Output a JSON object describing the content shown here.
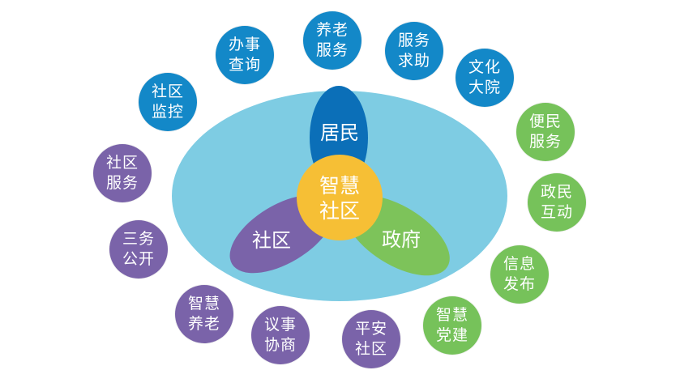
{
  "center": {
    "label": "智慧\n社区",
    "color": "#F6BF35"
  },
  "petals": [
    {
      "key": "resident",
      "label": "居民",
      "color": "#0B6FB8"
    },
    {
      "key": "community",
      "label": "社区",
      "color": "#7A63A9"
    },
    {
      "key": "government",
      "label": "政府",
      "color": "#7DC35A"
    }
  ],
  "ellipse": {
    "color": "#7ECCE3"
  },
  "services": [
    {
      "label": "办事\n查询",
      "color": "#1388C8"
    },
    {
      "label": "养老\n服务",
      "color": "#1388C8"
    },
    {
      "label": "服务\n求助",
      "color": "#1388C8"
    },
    {
      "label": "文化\n大院",
      "color": "#1388C8"
    },
    {
      "label": "社区\n监控",
      "color": "#1388C8"
    },
    {
      "label": "便民\n服务",
      "color": "#76C25A"
    },
    {
      "label": "政民\n互动",
      "color": "#76C25A"
    },
    {
      "label": "信息\n发布",
      "color": "#76C25A"
    },
    {
      "label": "智慧\n党建",
      "color": "#76C25A"
    },
    {
      "label": "社区\n服务",
      "color": "#7A63A9"
    },
    {
      "label": "三务\n公开",
      "color": "#7A63A9"
    },
    {
      "label": "智慧\n养老",
      "color": "#7A63A9"
    },
    {
      "label": "议事\n协商",
      "color": "#7A63A9"
    },
    {
      "label": "平安\n社区",
      "color": "#7A63A9"
    }
  ]
}
